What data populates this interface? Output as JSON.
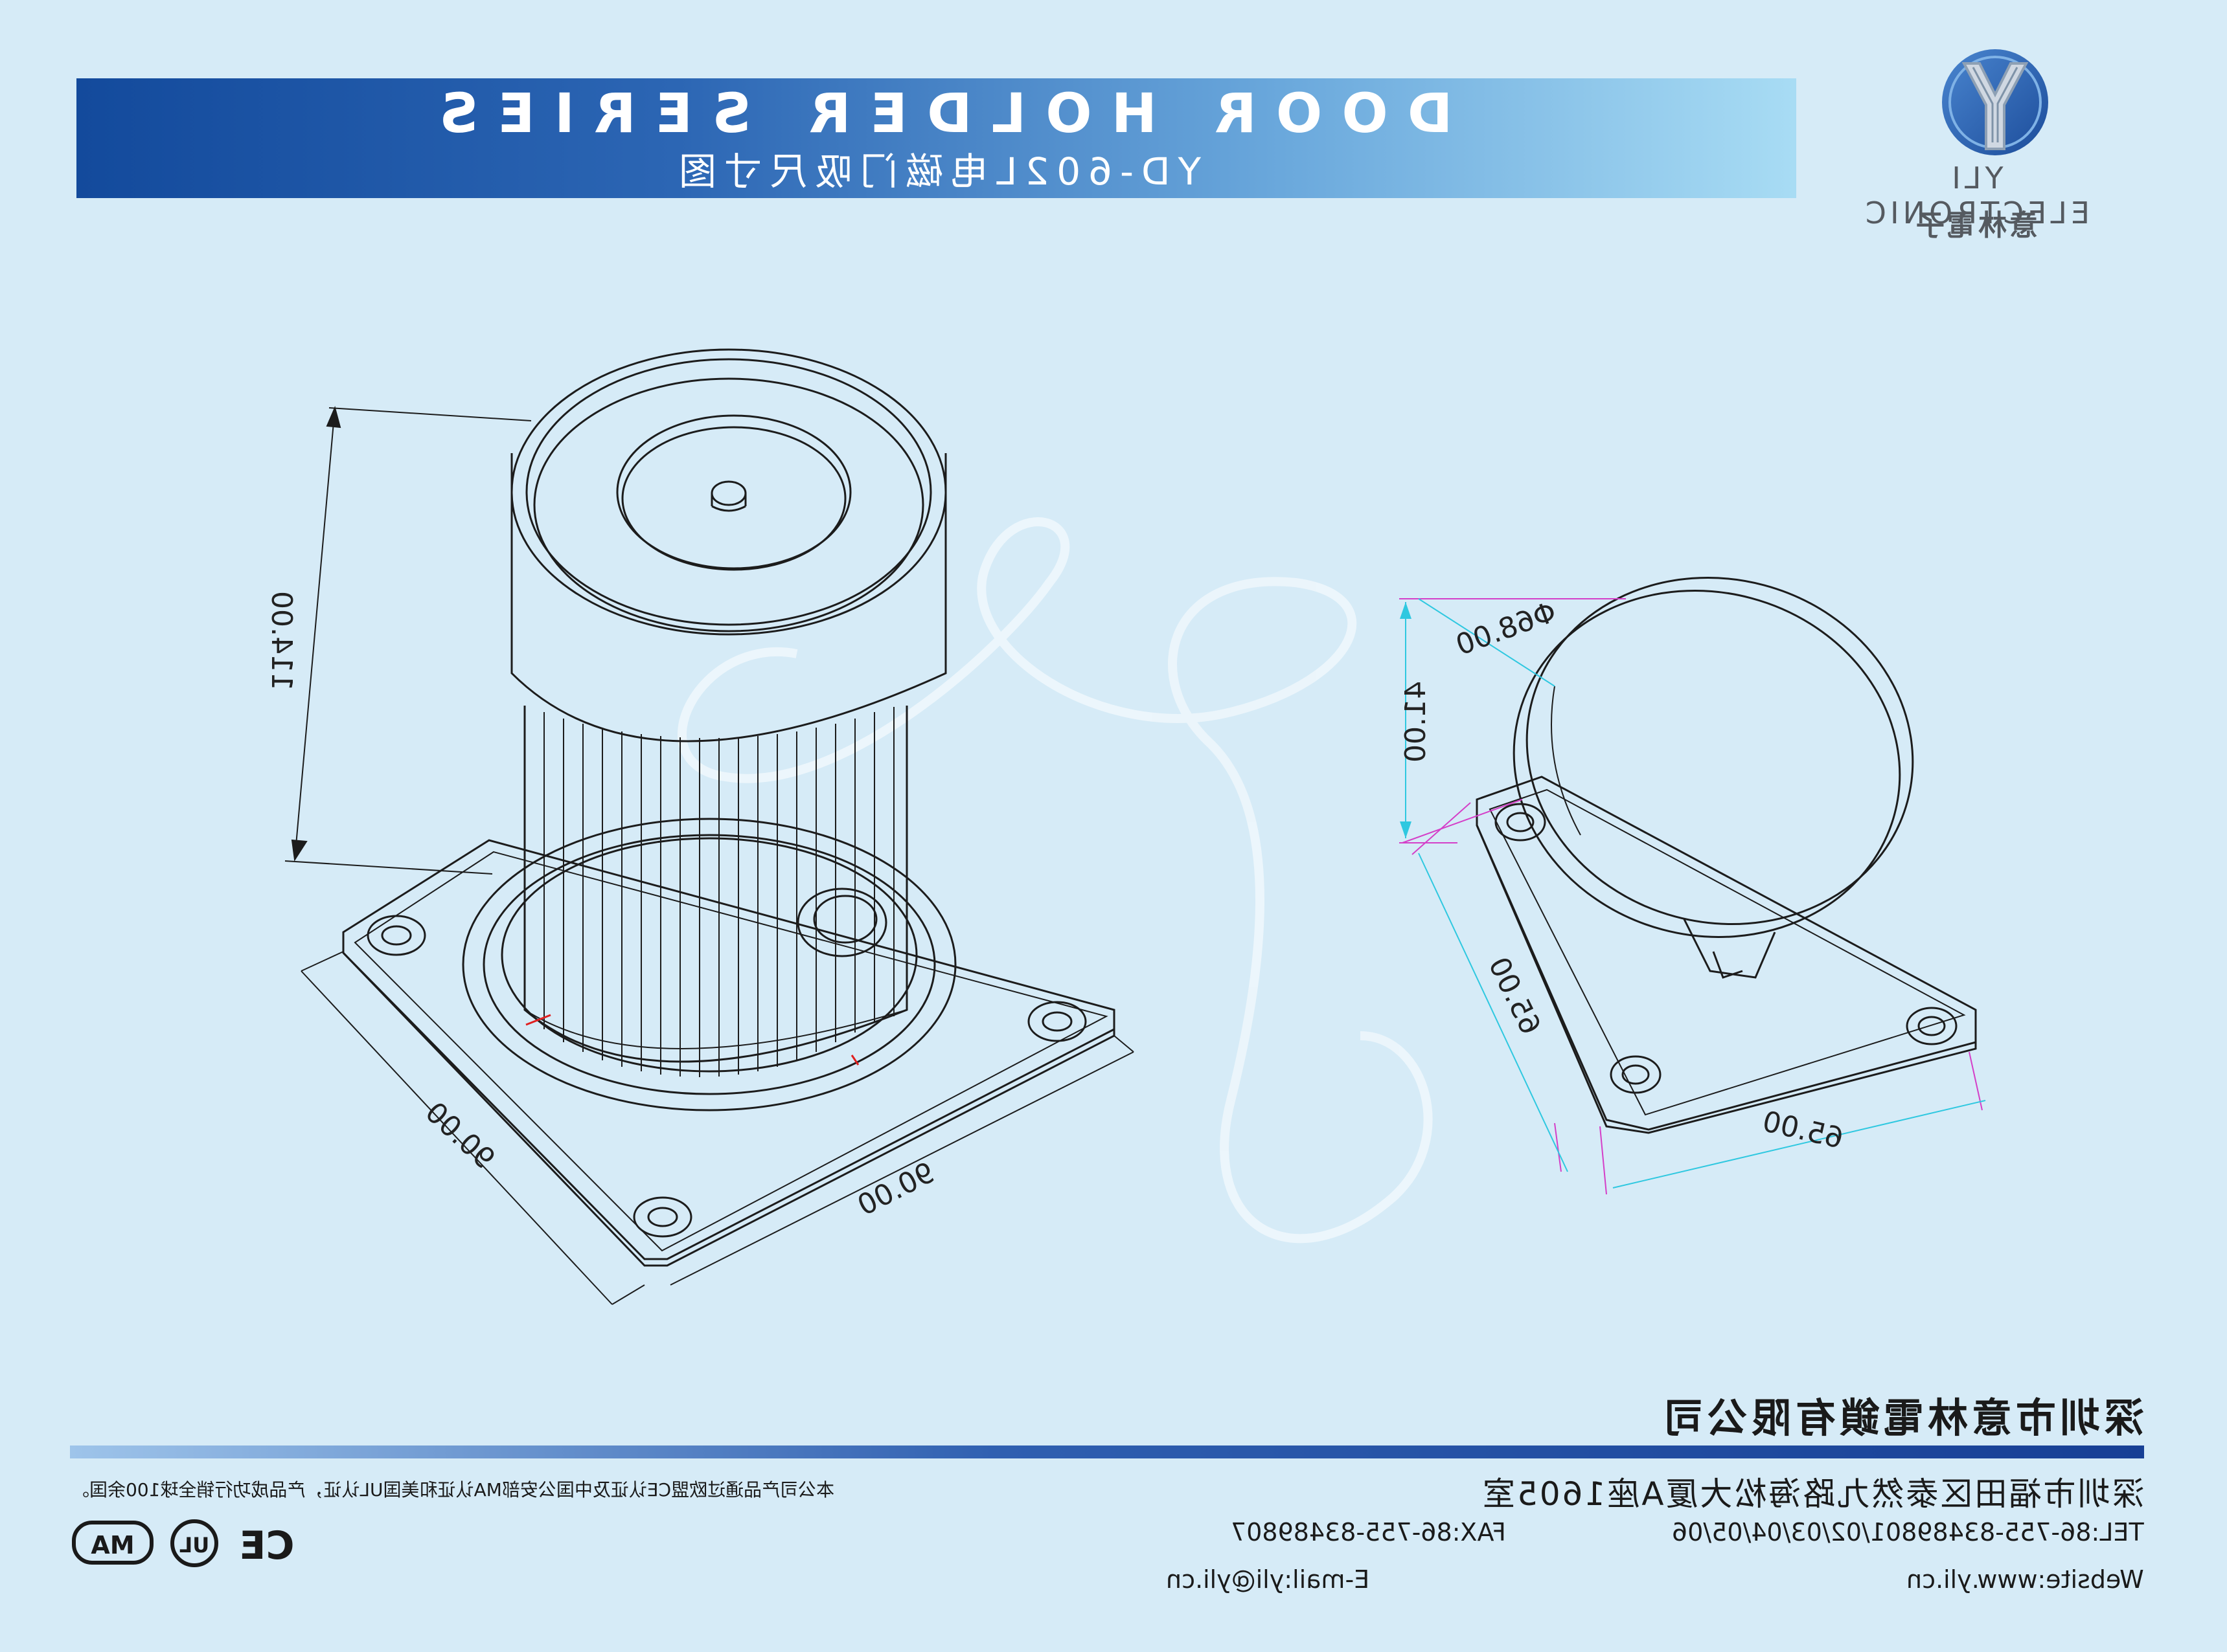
{
  "header": {
    "title": "DOOR HOLDER SERIES",
    "subtitle": "YD-602L电磁门吸尺寸图"
  },
  "logo": {
    "brand": "YLI ELECTRONIC",
    "brand_cn": "意林電子",
    "colors": {
      "ring": "#2a5ca8",
      "letter": "#c9d2dc"
    }
  },
  "drawing_left": {
    "height_dim": "114.00",
    "width_dim_left": "90.00",
    "width_dim_right": "90.00"
  },
  "drawing_right": {
    "diameter_dim": "Φ68.00",
    "height_dim": "41.00",
    "side_dim_left": "65.00",
    "side_dim_bottom": "65.00"
  },
  "footer": {
    "company": "深圳市意林電鎖有限公司",
    "address": "深圳市福田区泰然九路海松大厦A座1605室",
    "phone": "TEL:86-755-83489801/02/03/04/05/06",
    "fax": "FAX:86-755-83489807",
    "website": "Website:www.yli.cn",
    "email": "E-mail:yli@yli.cn",
    "certification_note": "本公司产品通过欧盟CE认证及中国公安部MA认证和美国UL认证，产品成功行销全球100余国。",
    "cert_marks": [
      "MA",
      "UL",
      "CE"
    ]
  },
  "colors": {
    "background": "#d6ebf7",
    "dimension_line": "#2fc8e0",
    "dimension_extension": "#d43fc8",
    "header_dark": "#134a9c",
    "header_light": "#a8dcf4"
  }
}
